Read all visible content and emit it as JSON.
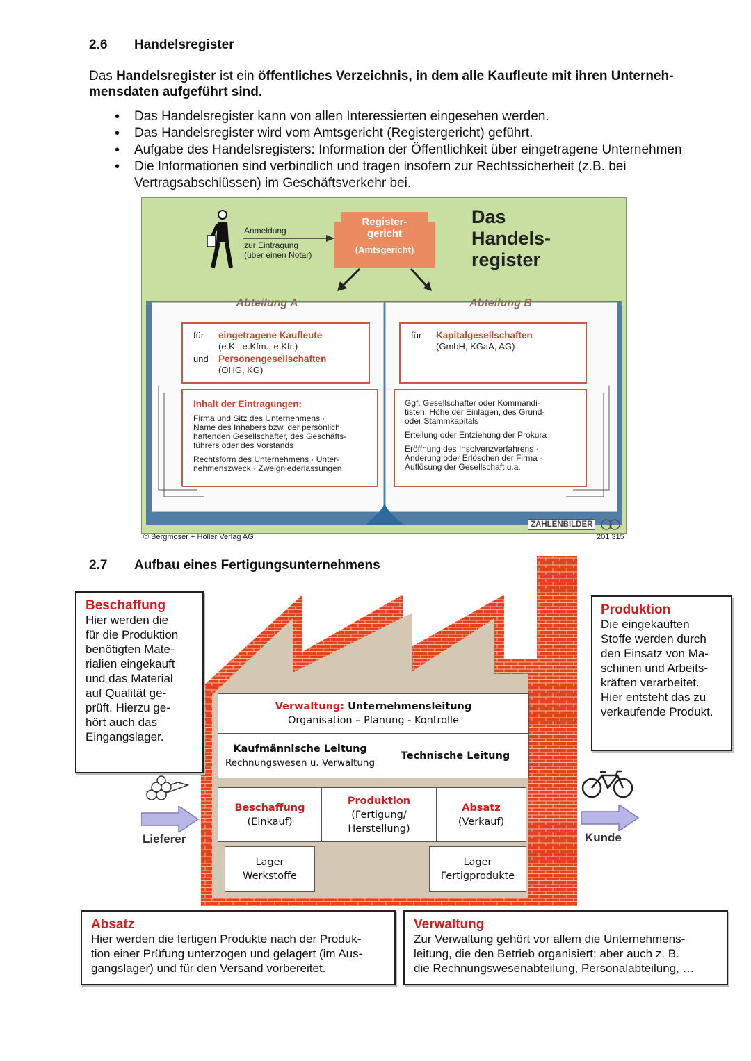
{
  "section26": {
    "number": "2.6",
    "title": "Handelsregister",
    "intro_plain1": "Das ",
    "intro_bold1": "Handelsregister",
    "intro_plain2": " ist ein ",
    "intro_bold2": "öffentliches Verzeichnis, in dem alle Kaufleute mit ihren Unterneh-mensdaten aufgeführt sind.",
    "bullets": [
      "Das Handelsregister kann von allen Interessierten eingesehen werden.",
      "Das Handelsregister wird vom Amtsgericht (Registergericht) geführt.",
      "Aufgabe des Handelsregisters: Information der Öffentlichkeit über eingetragene Unternehmen",
      "Die Informationen sind verbindlich und tragen insofern zur Rechtssicherheit (z.B. bei Vertragsabschlüssen) im Geschäftsverkehr bei."
    ]
  },
  "graphic": {
    "anmeldung": [
      "Anmeldung",
      "zur Eintragung",
      "(über einen Notar)"
    ],
    "registergericht": [
      "Register-",
      "gericht",
      "(Amtsgericht)"
    ],
    "title": [
      "Das",
      "Handels-",
      "register"
    ],
    "abteilung_a": "Abteilung A",
    "abteilung_b": "Abteilung B",
    "a_fuer": "für",
    "a_red1": "eingetragene Kaufleute",
    "a_sub1": "(e.K., e.Kfm., e.Kfr.)",
    "a_und": "und",
    "a_red2": "Personengesellschaften",
    "a_sub2": "(OHG, KG)",
    "b_fuer": "für",
    "b_red": "Kapitalgesellschaften",
    "b_sub": "(GmbH, KGaA, AG)",
    "inhalt_title": "Inhalt der Eintragungen:",
    "inhalt_left": [
      "Firma und Sitz des Unternehmens ·",
      "Name des Inhabers bzw. der persönlich",
      "haftenden Gesellschafter, des Geschäfts-",
      "führers oder des Vorstands",
      "Rechtsform des Unternehmens · Unter-",
      "nehmenszweck · Zweigniederlassungen"
    ],
    "inhalt_right": [
      "Ggf. Gesellschafter oder Kommandi-",
      "tisten, Höhe der Einlagen, des Grund-",
      "oder Stammkapitals",
      "Erteilung oder Entziehung der Prokura",
      "Eröffnung des Insolvenzverfahrens ·",
      "Änderung oder Erlöschen der Firma ·",
      "Auflösung der Gesellschaft u.a."
    ],
    "brand": "ZAHLENBILDER",
    "copyright": "© Bergmoser + Höller Verlag AG",
    "number": "201 315"
  },
  "section27": {
    "number": "2.7",
    "title": "Aufbau eines Fertigungsunternehmens"
  },
  "notes": {
    "beschaffung": {
      "title": "Beschaffung",
      "lines": [
        "Hier werden die",
        "für die Produktion",
        "benötigten Mate-",
        "rialien eingekauft",
        "und das Material",
        "auf Qualität ge-",
        "prüft. Hierzu ge-",
        "hört auch das",
        "Eingangslager."
      ]
    },
    "produktion": {
      "title": "Produktion",
      "lines": [
        "Die eingekauften",
        "Stoffe werden durch",
        "den Einsatz von Ma-",
        "schinen und Arbeits-",
        "kräften verarbeitet.",
        "Hier entsteht das zu",
        "verkaufende Produkt."
      ]
    },
    "absatz": {
      "title": "Absatz",
      "lines": [
        "Hier werden die fertigen Produkte nach der Produk-",
        "tion einer Prüfung unterzogen und gelagert (im Aus-",
        "gangslager) und für den Versand vorbereitet."
      ]
    },
    "verwaltung": {
      "title": "Verwaltung",
      "lines": [
        "Zur Verwaltung gehört  vor allem die Unternehmens-",
        "leitung, die den Betrieb organisiert; aber auch z. B.",
        "die Rechnungswesenabteilung, Personalabteilung, …"
      ]
    }
  },
  "factory": {
    "verwaltung_red": "Verwaltung:",
    "verwaltung_bold": " Unternehmensleitung",
    "verwaltung_sub": "Organisation – Planung - Kontrolle",
    "kaufm_title": "Kaufmännische Leitung",
    "kaufm_sub": "Rechnungswesen u. Verwaltung",
    "technisch": "Technische Leitung",
    "beschaffung_red": "Beschaffung",
    "beschaffung_sub": "(Einkauf)",
    "produktion_red": "Produktion",
    "produktion_sub1": "(Fertigung/",
    "produktion_sub2": "Herstellung)",
    "absatz_red": "Absatz",
    "absatz_sub": "(Verkauf)",
    "lager_w1": "Lager",
    "lager_w2": "Werkstoffe",
    "lager_f1": "Lager",
    "lager_f2": "Fertigprodukte",
    "lieferer": "Lieferer",
    "kunde": "Kunde"
  }
}
